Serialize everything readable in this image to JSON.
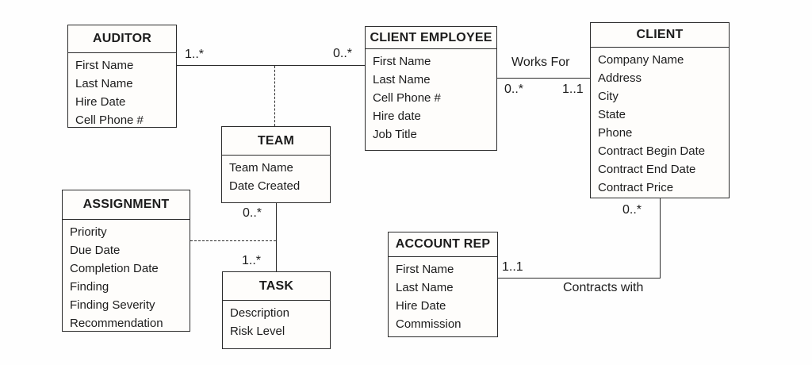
{
  "entities": {
    "auditor": {
      "title": "AUDITOR",
      "attributes": [
        "First Name",
        "Last Name",
        "Hire Date",
        "Cell Phone #"
      ]
    },
    "client_employee": {
      "title": "CLIENT EMPLOYEE",
      "attributes": [
        "First Name",
        "Last Name",
        "Cell Phone #",
        "Hire date",
        "Job Title"
      ]
    },
    "client": {
      "title": "CLIENT",
      "attributes": [
        "Company Name",
        "Address",
        "City",
        "State",
        "Phone",
        "Contract Begin Date",
        "Contract End Date",
        "Contract Price"
      ]
    },
    "team": {
      "title": "TEAM",
      "attributes": [
        "Team Name",
        "Date Created"
      ]
    },
    "assignment": {
      "title": "ASSIGNMENT",
      "attributes": [
        "Priority",
        "Due Date",
        "Completion Date",
        "Finding",
        "Finding Severity",
        "Recommendation"
      ]
    },
    "task": {
      "title": "TASK",
      "attributes": [
        "Description",
        "Risk Level"
      ]
    },
    "account_rep": {
      "title": "ACCOUNT REP",
      "attributes": [
        "First Name",
        "Last Name",
        "Hire Date",
        "Commission"
      ]
    }
  },
  "relationships": {
    "auditor_client_employee": {
      "auditor_card": "1..*",
      "client_employee_card": "0..*"
    },
    "works_for": {
      "label": "Works For",
      "client_employee_card": "0..*",
      "client_card": "1..1"
    },
    "contracts_with": {
      "label": "Contracts with",
      "client_card": "0..*",
      "account_rep_card": "1..1"
    },
    "team_task": {
      "team_card": "0..*",
      "task_card": "1..*"
    }
  },
  "colors": {
    "line": "#2b2b2b",
    "background": "#fefefe",
    "text": "#1c1c1c"
  }
}
